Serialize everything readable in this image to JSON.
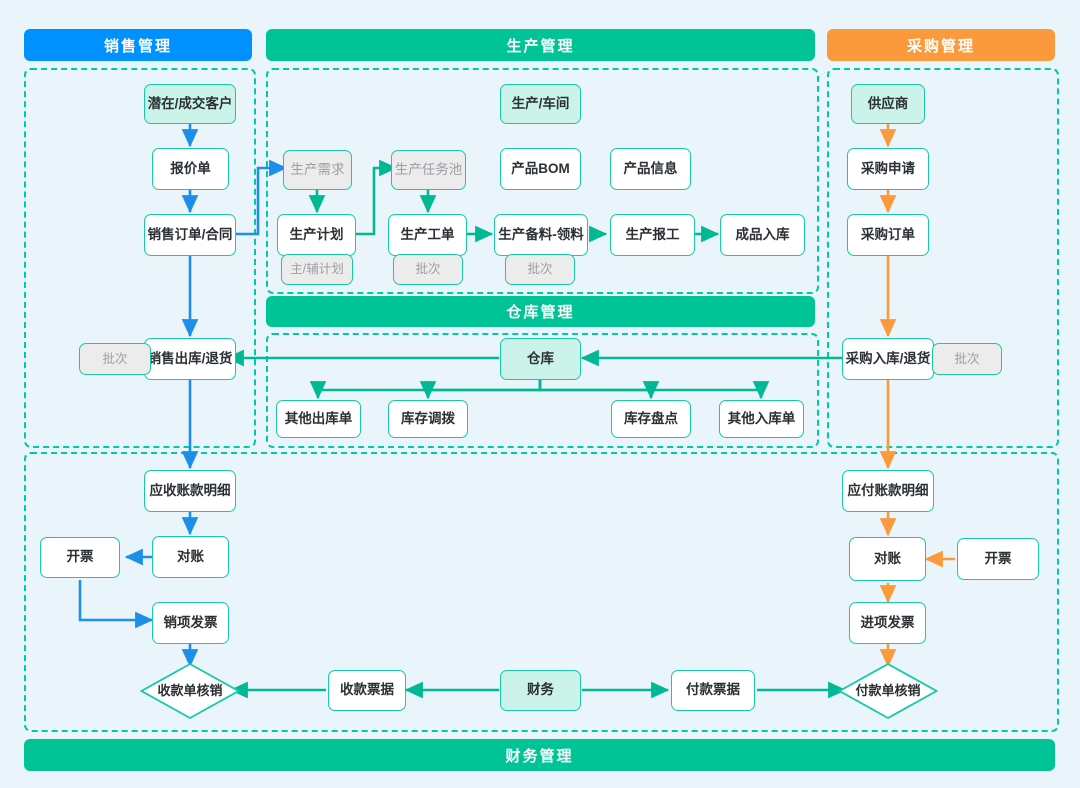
{
  "colors": {
    "background": "#EAF4FB",
    "sales_header": "#0091FF",
    "production_header": "#00C496",
    "purchase_header": "#FB9A3C",
    "finance_header": "#00C496",
    "node_border": "#17C9A6",
    "node_fill": "#FFFFFF",
    "highlight_fill": "#CCF3E9",
    "badge_fill": "#ECECEC",
    "badge_text": "#9AA0A4",
    "flow_blue": "#1E8FE8",
    "flow_green": "#00B894",
    "flow_orange": "#FB9A3C",
    "group_border": "#00C9A7"
  },
  "headers": {
    "sales": "销售管理",
    "production": "生产管理",
    "purchase": "采购管理",
    "warehouse": "仓库管理",
    "finance": "财务管理"
  },
  "sales": {
    "nodes": [
      {
        "id": "customer",
        "label": "潜在/成交客户",
        "style": "mint"
      },
      {
        "id": "quotation",
        "label": "报价单",
        "style": "plain"
      },
      {
        "id": "sales_order",
        "label": "销售订单/合同",
        "style": "plain"
      },
      {
        "id": "sales_out",
        "label": "销售出库/退货",
        "style": "plain"
      },
      {
        "id": "sales_batch",
        "label": "批次",
        "style": "badge"
      }
    ]
  },
  "production": {
    "nodes": [
      {
        "id": "workshop",
        "label": "生产/车间",
        "style": "mint"
      },
      {
        "id": "prod_demand",
        "label": "生产需求",
        "style": "muted"
      },
      {
        "id": "task_pool",
        "label": "生产任务池",
        "style": "muted"
      },
      {
        "id": "product_bom",
        "label": "产品BOM",
        "style": "plain"
      },
      {
        "id": "product_info",
        "label": "产品信息",
        "style": "plain"
      },
      {
        "id": "prod_plan",
        "label": "生产计划",
        "style": "plain"
      },
      {
        "id": "work_order",
        "label": "生产工单",
        "style": "plain"
      },
      {
        "id": "material_prep",
        "label": "生产备料-领料",
        "style": "plain"
      },
      {
        "id": "prod_report",
        "label": "生产报工",
        "style": "plain"
      },
      {
        "id": "finished_in",
        "label": "成品入库",
        "style": "plain"
      },
      {
        "id": "plan_badge",
        "label": "主/辅计划",
        "style": "badge"
      },
      {
        "id": "wo_badge",
        "label": "批次",
        "style": "badge"
      },
      {
        "id": "mp_badge",
        "label": "批次",
        "style": "badge"
      }
    ]
  },
  "purchase": {
    "nodes": [
      {
        "id": "supplier",
        "label": "供应商",
        "style": "mint"
      },
      {
        "id": "purchase_req",
        "label": "采购申请",
        "style": "plain"
      },
      {
        "id": "purchase_order",
        "label": "采购订单",
        "style": "plain"
      },
      {
        "id": "purchase_in",
        "label": "采购入库/退货",
        "style": "plain"
      },
      {
        "id": "purchase_batch",
        "label": "批次",
        "style": "badge"
      }
    ]
  },
  "warehouse": {
    "nodes": [
      {
        "id": "warehouse_hub",
        "label": "仓库",
        "style": "mint"
      },
      {
        "id": "other_out",
        "label": "其他出库单",
        "style": "plain"
      },
      {
        "id": "stock_transfer",
        "label": "库存调拨",
        "style": "plain"
      },
      {
        "id": "stock_check",
        "label": "库存盘点",
        "style": "plain"
      },
      {
        "id": "other_in",
        "label": "其他入库单",
        "style": "plain"
      }
    ]
  },
  "finance": {
    "nodes": [
      {
        "id": "ar_detail",
        "label": "应收账款明细",
        "style": "plain"
      },
      {
        "id": "ar_reconcile",
        "label": "对账",
        "style": "plain"
      },
      {
        "id": "ar_invoice_issue",
        "label": "开票",
        "style": "plain"
      },
      {
        "id": "output_invoice",
        "label": "销项发票",
        "style": "plain"
      },
      {
        "id": "receipt_writeoff",
        "label": "收款单核销",
        "style": "diamond"
      },
      {
        "id": "receipt_voucher",
        "label": "收款票据",
        "style": "plain"
      },
      {
        "id": "finance_hub",
        "label": "财务",
        "style": "mint"
      },
      {
        "id": "payment_voucher",
        "label": "付款票据",
        "style": "plain"
      },
      {
        "id": "payment_writeoff",
        "label": "付款单核销",
        "style": "diamond"
      },
      {
        "id": "ap_detail",
        "label": "应付账款明细",
        "style": "plain"
      },
      {
        "id": "ap_reconcile",
        "label": "对账",
        "style": "plain"
      },
      {
        "id": "ap_invoice_issue",
        "label": "开票",
        "style": "plain"
      },
      {
        "id": "input_invoice",
        "label": "进项发票",
        "style": "plain"
      }
    ]
  }
}
